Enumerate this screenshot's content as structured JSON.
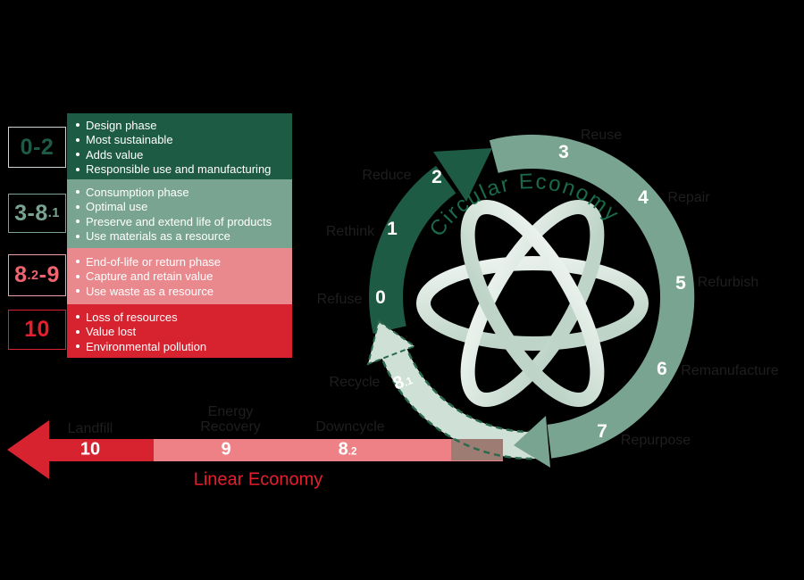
{
  "colors": {
    "background": "#000000",
    "dark_green": "#1e5b45",
    "sage_green": "#7aa492",
    "salmon": "#e9898d",
    "red": "#d7232f",
    "bright_red": "#e81e2c",
    "mint": "#cfe0d7",
    "label_gray": "#1e1e1e"
  },
  "legend": {
    "rows": [
      {
        "range": "0-2",
        "items": [
          "Design phase",
          "Most sustainable",
          "Adds value",
          "Responsible use and manufacturing"
        ]
      },
      {
        "range_main": "3-8",
        "range_sub": ".1",
        "items": [
          "Consumption phase",
          "Optimal use",
          "Preserve and extend life of products",
          "Use materials as a resource"
        ]
      },
      {
        "range_main": "8",
        "range_sub": ".2",
        "range_rest": "-9",
        "items": [
          "End-of-life or return phase",
          "Capture and retain value",
          "Use waste as a resource"
        ]
      },
      {
        "range": "10",
        "items": [
          "Loss of resources",
          "Value lost",
          "Environmental pollution"
        ]
      }
    ]
  },
  "circle": {
    "title": "Circular Economy",
    "steps": [
      {
        "num": "0",
        "label": "Refuse"
      },
      {
        "num": "1",
        "label": "Rethink"
      },
      {
        "num": "2",
        "label": "Reduce"
      },
      {
        "num": "3",
        "label": "Reuse"
      },
      {
        "num": "4",
        "label": "Repair"
      },
      {
        "num": "5",
        "label": "Refurbish"
      },
      {
        "num": "6",
        "label": "Remanufacture"
      },
      {
        "num": "7",
        "label": "Repurpose"
      }
    ],
    "recycle_num_main": "8",
    "recycle_num_sub": ".1",
    "recycle_label": "Recycle"
  },
  "linear": {
    "title": "Linear Economy",
    "landfill_num": "10",
    "landfill_label": "Landfill",
    "energy_num": "9",
    "energy_label": "Energy Recovery",
    "downcycle_num_main": "8",
    "downcycle_num_sub": ".2",
    "downcycle_label": "Downcycle"
  }
}
